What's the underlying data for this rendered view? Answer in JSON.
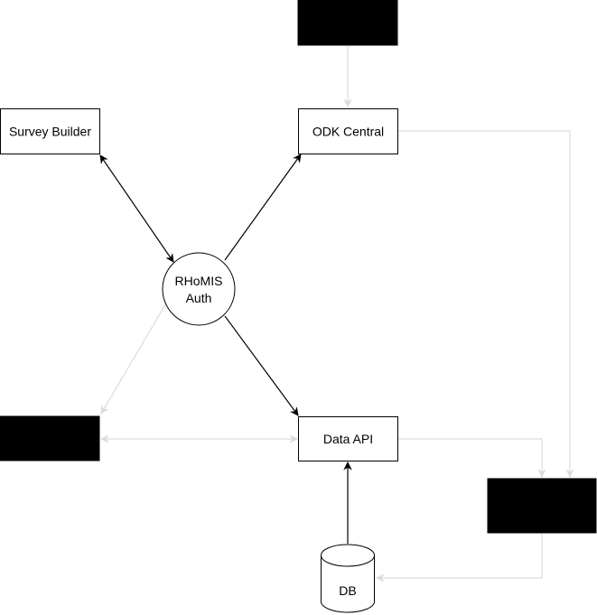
{
  "nodes": {
    "survey_builder": {
      "label": "Survey Builder"
    },
    "odk_central": {
      "label": "ODK Central"
    },
    "rhomis_auth": {
      "line1": "RHoMIS",
      "line2": "Auth"
    },
    "data_api": {
      "label": "Data API"
    },
    "db": {
      "label": "DB"
    }
  },
  "colors": {
    "dark_edge": "#000000",
    "light_edge": "#dcdcdc",
    "redacted_fill": "#000000"
  }
}
